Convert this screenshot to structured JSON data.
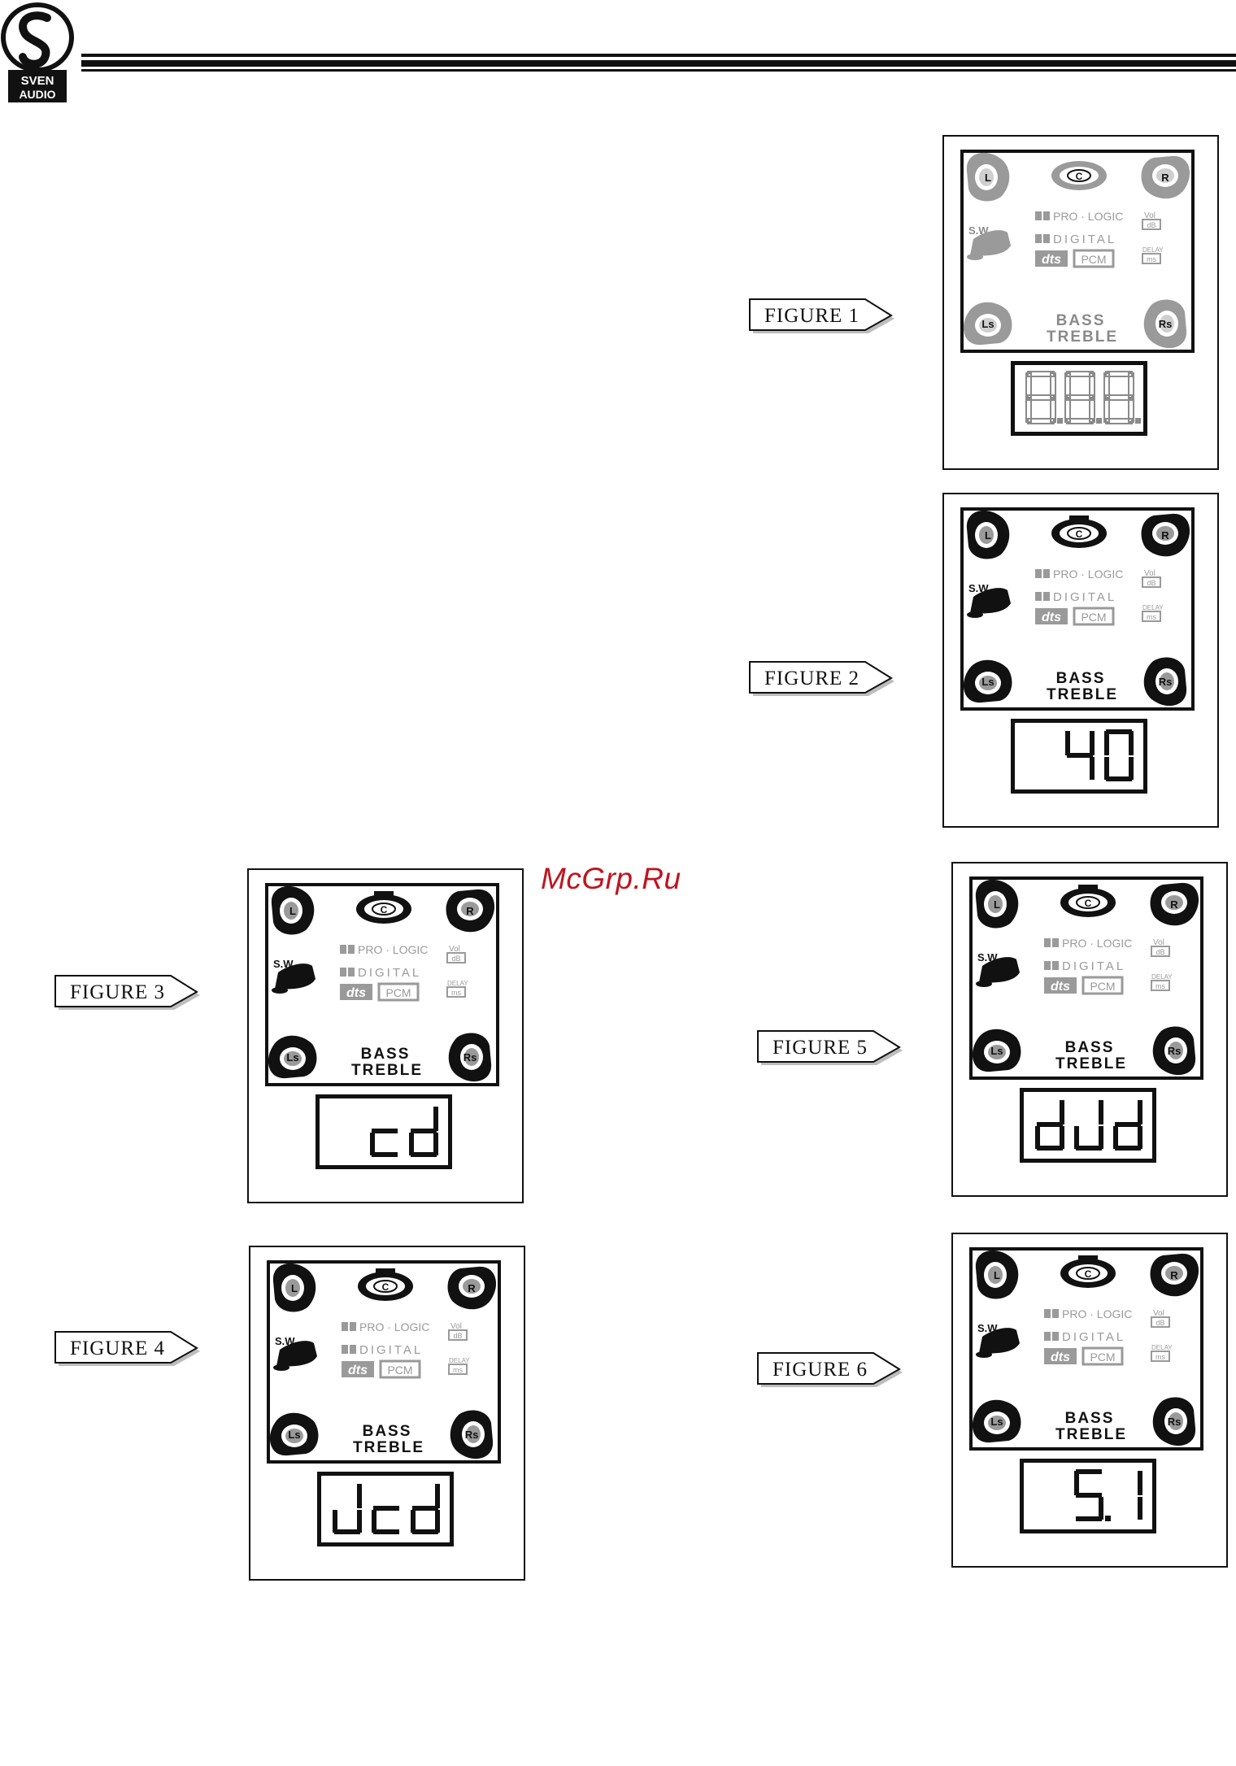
{
  "header": {
    "brand_line1": "SVEN",
    "brand_line2": "AUDIO"
  },
  "watermark": "McGrp.Ru",
  "lcd_text": {
    "left": "L",
    "center": "C",
    "right": "R",
    "subwoofer": "S.W",
    "ls": "Ls",
    "rs": "Rs",
    "pro_logic": "PRO · LOGIC",
    "digital": "DIGITAL",
    "dts": "dts",
    "pcm": "PCM",
    "vol": "Vol",
    "db": "dB",
    "delay": "DELAY",
    "ms": "ms",
    "bass": "BASS",
    "treble": "TREBLE"
  },
  "figures": [
    {
      "label": "FIGURE 1",
      "display": "8.8.8.",
      "state": "all segments dim"
    },
    {
      "label": "FIGURE 2",
      "display": "40",
      "state": "speakers lit"
    },
    {
      "label": "FIGURE 3",
      "display": "cd",
      "state": "speakers lit"
    },
    {
      "label": "FIGURE 4",
      "display": "Jcd",
      "state": "speakers lit"
    },
    {
      "label": "FIGURE 5",
      "display": "dJd",
      "state": "speakers lit"
    },
    {
      "label": "FIGURE 6",
      "display": "5.1",
      "state": "speakers lit"
    }
  ],
  "colors": {
    "ink": "#111111",
    "dim": "#9a9a9a",
    "watermark": "#c0141e"
  }
}
